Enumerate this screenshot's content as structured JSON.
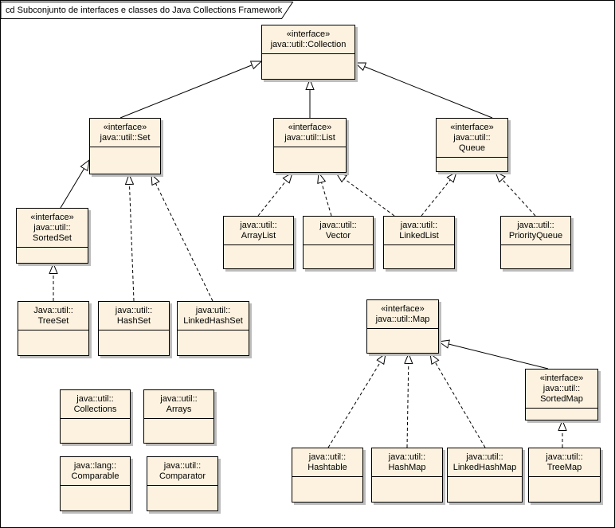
{
  "frame": {
    "title": "cd Subconjunto de interfaces e classes do Java Collections Framework"
  },
  "colors": {
    "box_fill": "#FCF2DF",
    "box_border": "#000000",
    "box_shadow": "#BDBDBD",
    "line": "#000000",
    "background": "#FFFFFF"
  },
  "nodes": {
    "collection": {
      "stereotype": "«interface»",
      "name": "java::util::Collection"
    },
    "set": {
      "stereotype": "«interface»",
      "name": "java::util::Set"
    },
    "list": {
      "stereotype": "«interface»",
      "name": "java::util::List"
    },
    "queue": {
      "stereotype": "«interface»",
      "name": "java::util::\nQueue"
    },
    "sortedset": {
      "stereotype": "«interface»",
      "name": "java::util::\nSortedSet"
    },
    "map": {
      "stereotype": "«interface»",
      "name": "java::util::Map"
    },
    "sortedmap": {
      "stereotype": "«interface»",
      "name": "java::util::\nSortedMap"
    },
    "arraylist": {
      "name": "java::util::\nArrayList"
    },
    "vector": {
      "name": "java::util::\nVector"
    },
    "linkedlist": {
      "name": "java::util::\nLinkedList"
    },
    "priorityqueue": {
      "name": "java::util::\nPriorityQueue"
    },
    "treeset": {
      "name": "Java::util::\nTreeSet"
    },
    "hashset": {
      "name": "java::util::\nHashSet"
    },
    "linkedhashset": {
      "name": "java:util::\nLinkedHashSet"
    },
    "collections": {
      "name": "java::util::\nCollections"
    },
    "arrays": {
      "name": "java::util::\nArrays"
    },
    "comparable": {
      "name": "java::lang::\nComparable"
    },
    "comparator": {
      "name": "java::util::\nComparator"
    },
    "hashtable": {
      "name": "java::util::\nHashtable"
    },
    "hashmap": {
      "name": "java::util::\nHashMap"
    },
    "linkedhashmap": {
      "name": "java::util::\nLinkedHashMap"
    },
    "treemap": {
      "name": "java::util::\nTreeMap"
    }
  },
  "edges": [
    {
      "from": "Set",
      "to": "Collection",
      "type": "generalization"
    },
    {
      "from": "List",
      "to": "Collection",
      "type": "generalization"
    },
    {
      "from": "Queue",
      "to": "Collection",
      "type": "generalization"
    },
    {
      "from": "SortedSet",
      "to": "Set",
      "type": "generalization"
    },
    {
      "from": "SortedMap",
      "to": "Map",
      "type": "generalization"
    },
    {
      "from": "TreeSet",
      "to": "SortedSet",
      "type": "realization"
    },
    {
      "from": "HashSet",
      "to": "Set",
      "type": "realization"
    },
    {
      "from": "LinkedHashSet",
      "to": "Set",
      "type": "realization"
    },
    {
      "from": "ArrayList",
      "to": "List",
      "type": "realization"
    },
    {
      "from": "Vector",
      "to": "List",
      "type": "realization"
    },
    {
      "from": "LinkedList",
      "to": "List",
      "type": "realization"
    },
    {
      "from": "LinkedList",
      "to": "Queue",
      "type": "realization"
    },
    {
      "from": "PriorityQueue",
      "to": "Queue",
      "type": "realization"
    },
    {
      "from": "Hashtable",
      "to": "Map",
      "type": "realization"
    },
    {
      "from": "HashMap",
      "to": "Map",
      "type": "realization"
    },
    {
      "from": "LinkedHashMap",
      "to": "Map",
      "type": "realization"
    },
    {
      "from": "TreeMap",
      "to": "SortedMap",
      "type": "realization"
    }
  ]
}
